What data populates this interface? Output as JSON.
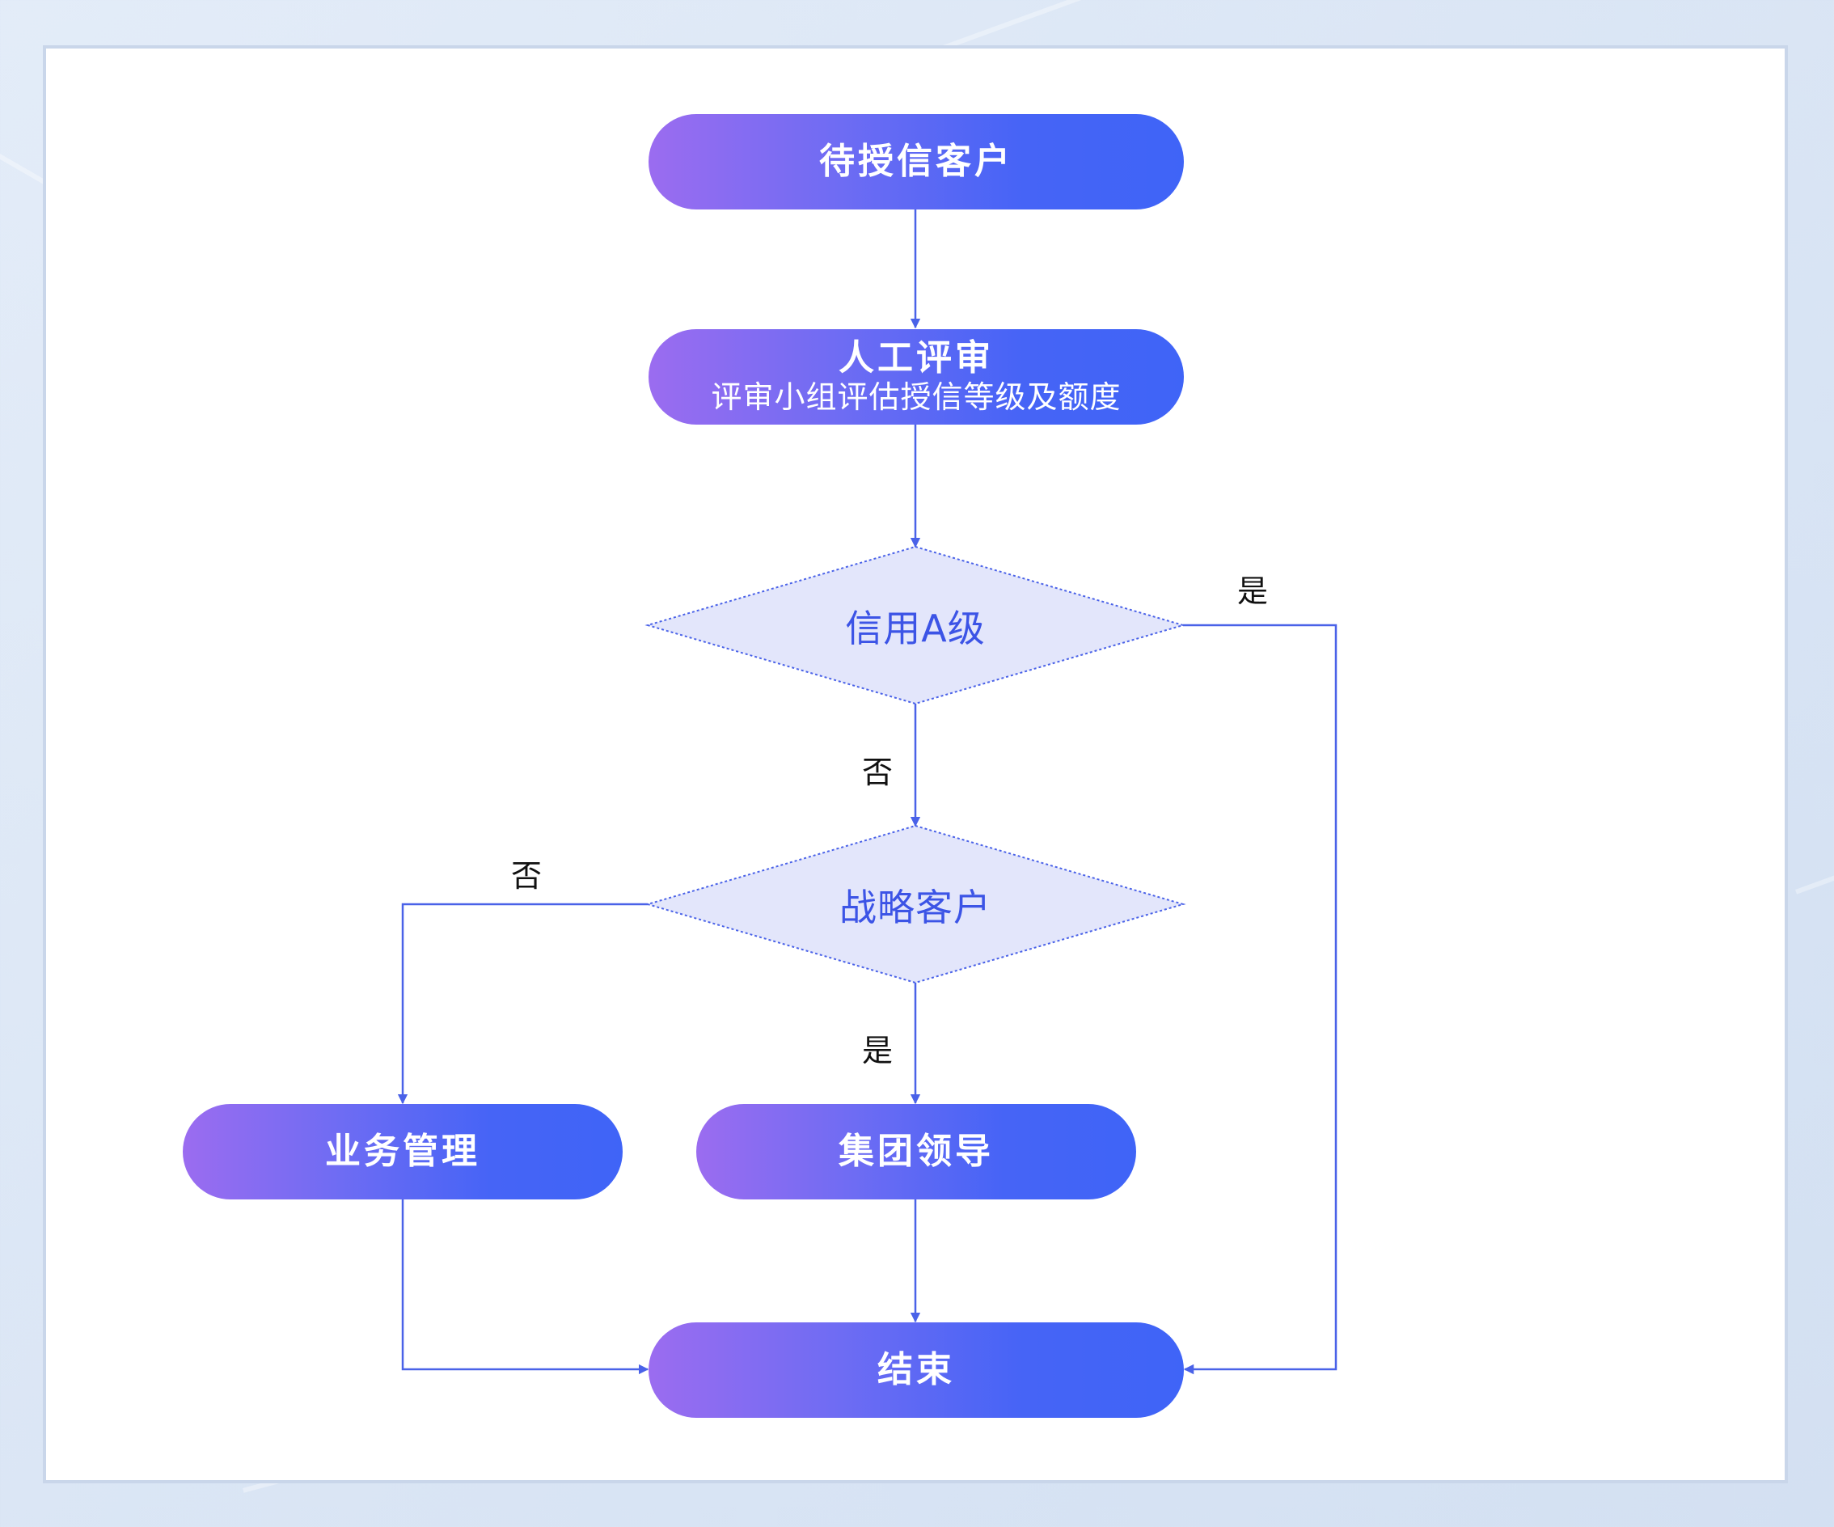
{
  "nodes": {
    "start": {
      "title": "待授信客户"
    },
    "review": {
      "title": "人工评审",
      "subtitle": "评审小组评估授信等级及额度"
    },
    "decision_a": {
      "title": "信用A级"
    },
    "decision_strategic": {
      "title": "战略客户"
    },
    "business": {
      "title": "业务管理"
    },
    "group_leader": {
      "title": "集团领导"
    },
    "end": {
      "title": "结束"
    }
  },
  "edge_labels": {
    "a_yes": "是",
    "a_no": "否",
    "strategic_no": "否",
    "strategic_yes": "是"
  },
  "colors": {
    "pill_gradient_start": "#9b6cf0",
    "pill_gradient_end": "#3f64f7",
    "diamond_fill": "#e3e6fb",
    "diamond_stroke": "#4a62e8",
    "line": "#4a62e8"
  }
}
